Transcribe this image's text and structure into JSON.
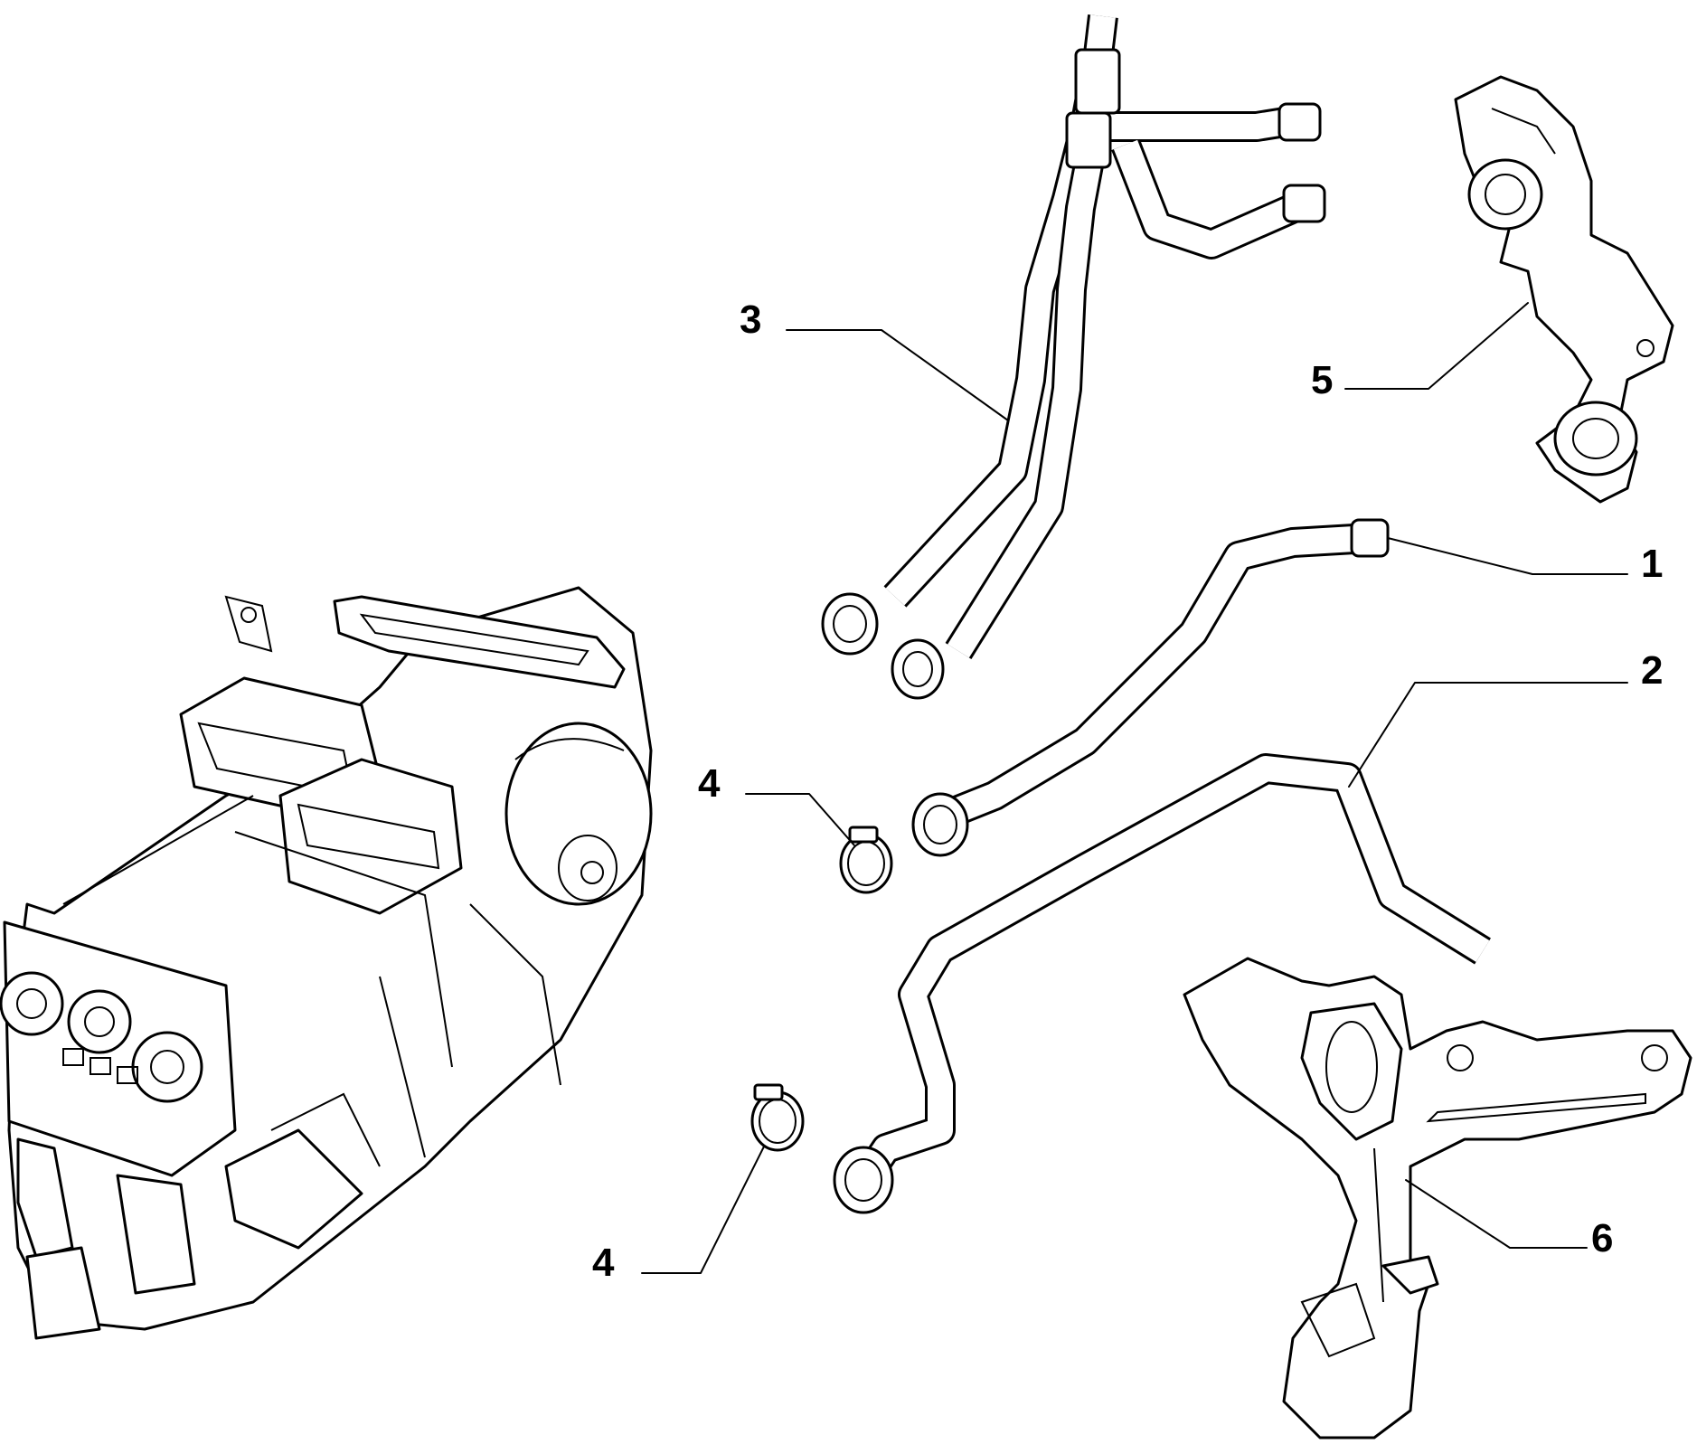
{
  "callouts": [
    {
      "id": "1",
      "label": "1"
    },
    {
      "id": "2",
      "label": "2"
    },
    {
      "id": "3",
      "label": "3"
    },
    {
      "id": "4a",
      "label": "4"
    },
    {
      "id": "4b",
      "label": "4"
    },
    {
      "id": "5",
      "label": "5"
    },
    {
      "id": "6",
      "label": "6"
    }
  ]
}
